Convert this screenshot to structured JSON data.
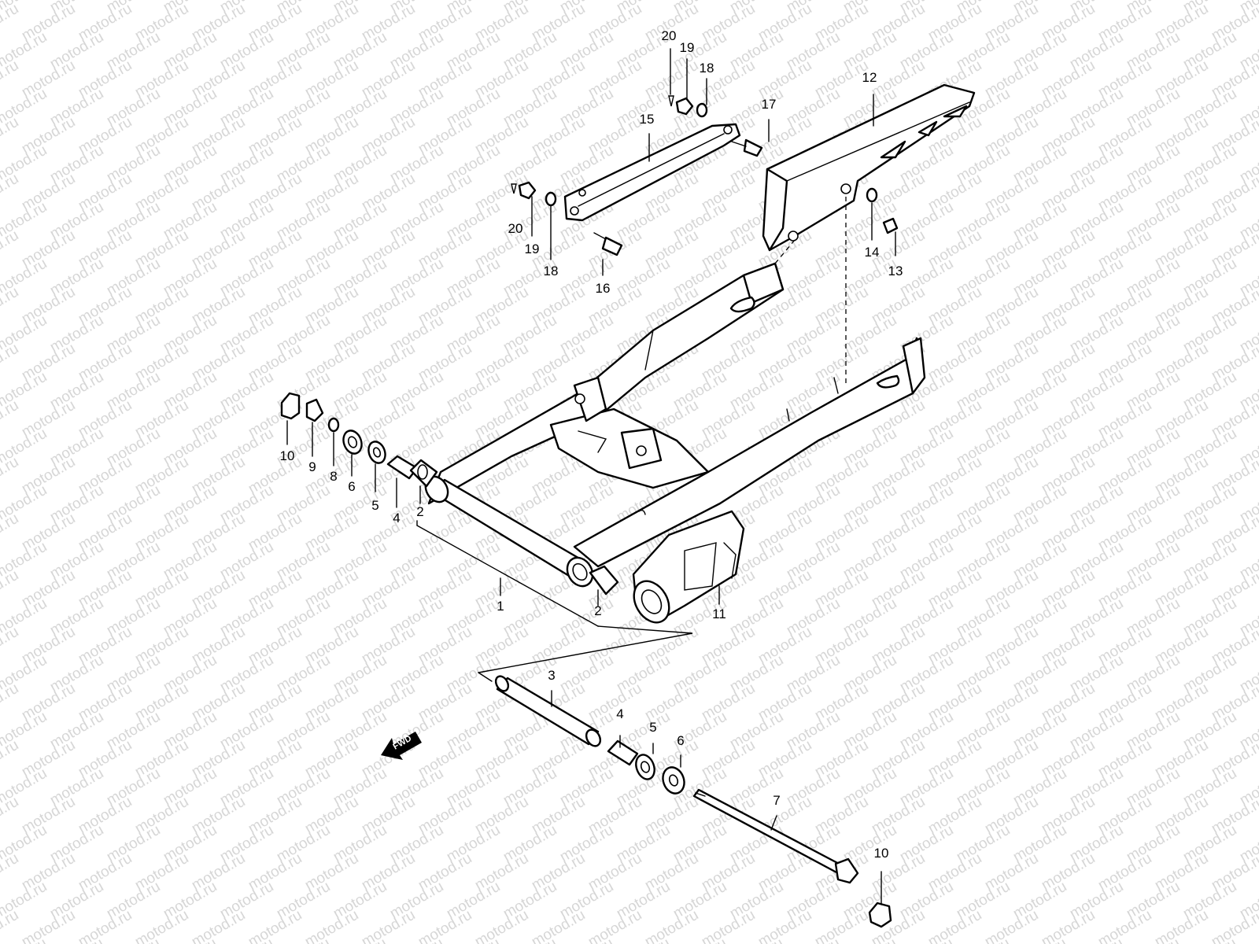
{
  "watermark": {
    "text": "motod.ru",
    "color": "#d6d6d6"
  },
  "fwd_arrow": {
    "label": "FWD"
  },
  "callouts": [
    {
      "id": "c1",
      "label": "1"
    },
    {
      "id": "c2a",
      "label": "2"
    },
    {
      "id": "c2b",
      "label": "2"
    },
    {
      "id": "c3",
      "label": "3"
    },
    {
      "id": "c4a",
      "label": "4"
    },
    {
      "id": "c4b",
      "label": "4"
    },
    {
      "id": "c5a",
      "label": "5"
    },
    {
      "id": "c5b",
      "label": "5"
    },
    {
      "id": "c6a",
      "label": "6"
    },
    {
      "id": "c6b",
      "label": "6"
    },
    {
      "id": "c7",
      "label": "7"
    },
    {
      "id": "c8",
      "label": "8"
    },
    {
      "id": "c9",
      "label": "9"
    },
    {
      "id": "c10a",
      "label": "10"
    },
    {
      "id": "c10b",
      "label": "10"
    },
    {
      "id": "c11",
      "label": "11"
    },
    {
      "id": "c12",
      "label": "12"
    },
    {
      "id": "c13",
      "label": "13"
    },
    {
      "id": "c14",
      "label": "14"
    },
    {
      "id": "c15",
      "label": "15"
    },
    {
      "id": "c16",
      "label": "16"
    },
    {
      "id": "c17",
      "label": "17"
    },
    {
      "id": "c18a",
      "label": "18"
    },
    {
      "id": "c18b",
      "label": "18"
    },
    {
      "id": "c19a",
      "label": "19"
    },
    {
      "id": "c19b",
      "label": "19"
    },
    {
      "id": "c20a",
      "label": "20"
    },
    {
      "id": "c20b",
      "label": "20"
    }
  ]
}
